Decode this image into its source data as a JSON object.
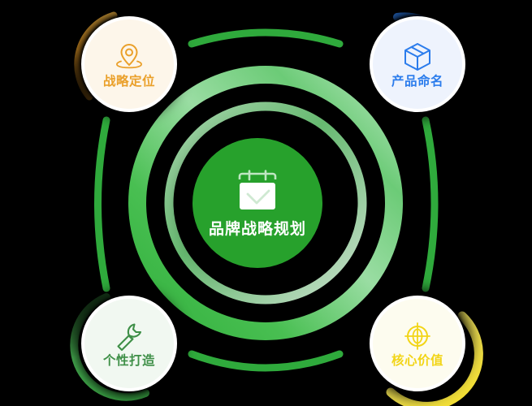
{
  "diagram": {
    "title": "品牌战略规划",
    "type": "radial-hub-and-spoke",
    "background_color": "#000000",
    "center": {
      "label": "品牌战略规划",
      "icon": "calendar-check-icon",
      "fill_color": "#27a12c",
      "text_color": "#ffffff"
    },
    "rings": {
      "outer_ring_color": "#4cc054",
      "inner_ring_color": "#8fd89a",
      "connector_color": "#2faa3c"
    },
    "nodes": [
      {
        "id": "node-tl",
        "label": "战略定位",
        "icon": "location-pin-icon",
        "accent_color": "#eaa02a",
        "fill_color": "#fdf6ea",
        "position": "top-left"
      },
      {
        "id": "node-tr",
        "label": "产品命名",
        "icon": "package-box-icon",
        "accent_color": "#2b7cec",
        "fill_color": "#eef3fd",
        "position": "top-right"
      },
      {
        "id": "node-bl",
        "label": "个性打造",
        "icon": "wrench-icon",
        "accent_color": "#3e8f47",
        "fill_color": "#f1f8f1",
        "position": "bottom-left"
      },
      {
        "id": "node-br",
        "label": "核心价值",
        "icon": "target-crosshair-icon",
        "accent_color": "#f2d517",
        "fill_color": "#fdfcef",
        "position": "bottom-right"
      }
    ],
    "connectors": [
      {
        "id": "connector-top",
        "from": "node-tl",
        "to": "node-tr",
        "color": "#2faa3c"
      },
      {
        "id": "connector-right",
        "from": "node-tr",
        "to": "node-br",
        "color": "#2faa3c"
      },
      {
        "id": "connector-bottom",
        "from": "node-bl",
        "to": "node-br",
        "color": "#2faa3c"
      },
      {
        "id": "connector-left",
        "from": "node-tl",
        "to": "node-bl",
        "color": "#2faa3c"
      }
    ]
  }
}
